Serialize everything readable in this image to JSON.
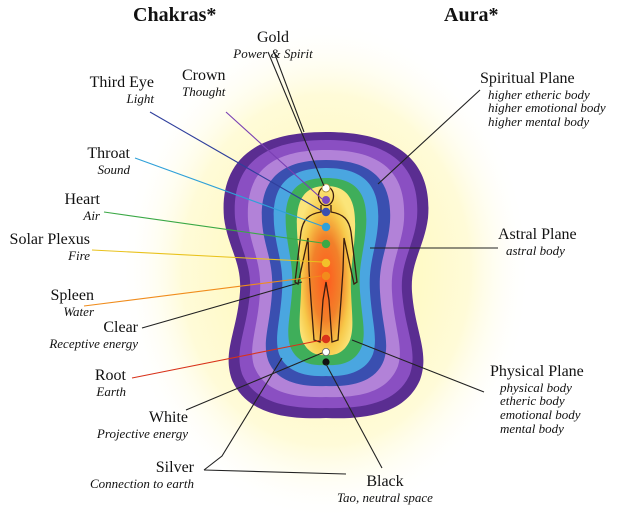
{
  "headers": {
    "chakras": "Chakras*",
    "aura": "Aura*"
  },
  "left_labels": {
    "gold": {
      "name": "Gold",
      "sub": "Power & Spirit"
    },
    "crown": {
      "name": "Crown",
      "sub": "Thought"
    },
    "third_eye": {
      "name": "Third Eye",
      "sub": "Light"
    },
    "throat": {
      "name": "Throat",
      "sub": "Sound"
    },
    "heart": {
      "name": "Heart",
      "sub": "Air"
    },
    "solar": {
      "name": "Solar Plexus",
      "sub": "Fire"
    },
    "spleen": {
      "name": "Spleen",
      "sub": "Water"
    },
    "clear": {
      "name": "Clear",
      "sub": "Receptive energy"
    },
    "root": {
      "name": "Root",
      "sub": "Earth"
    },
    "white": {
      "name": "White",
      "sub": "Projective energy"
    },
    "silver": {
      "name": "Silver",
      "sub": "Connection to earth"
    },
    "black": {
      "name": "Black",
      "sub": "Tao, neutral space"
    }
  },
  "right_labels": {
    "spiritual": {
      "name": "Spiritual Plane",
      "lines": [
        "higher etheric body",
        "higher emotional body",
        "higher mental body"
      ]
    },
    "astral": {
      "name": "Astral Plane",
      "lines": [
        "astral body"
      ]
    },
    "physical": {
      "name": "Physical Plane",
      "lines": [
        "physical body",
        "etheric body",
        "emotional body",
        "mental body"
      ]
    }
  },
  "colors": {
    "outer_glow": "#fff6b8",
    "violet_dark": "#5a2d91",
    "violet": "#8a4fc2",
    "lavender": "#c59be0",
    "indigo": "#3a4fb0",
    "blue": "#4aa6e0",
    "green": "#3fae5a",
    "yellow": "#f5d83a",
    "orange": "#f59a25",
    "red": "#e0401f",
    "chakra_crown": "#7a4bbf",
    "chakra_third_eye": "#3a4fb0",
    "chakra_throat": "#2fa0d8",
    "chakra_heart": "#3aa845",
    "chakra_solar": "#f2c12a",
    "chakra_spleen": "#f28c1c",
    "chakra_root": "#d8321a"
  }
}
